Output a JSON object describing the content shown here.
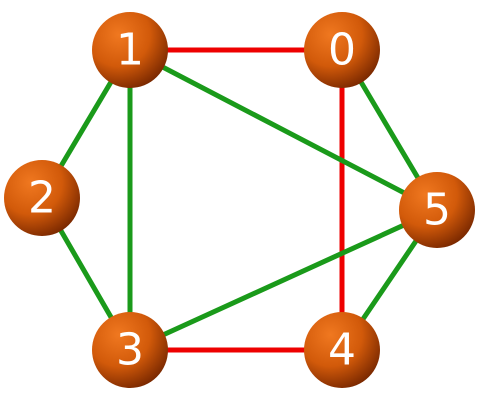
{
  "colors": {
    "highlight_edge": "#ee0000",
    "normal_edge": "#1a9a1a",
    "node_light": "#f07820",
    "node_dark": "#7a2800",
    "label": "#ffffff",
    "background": "#ffffff"
  },
  "nodes": [
    {
      "id": "0",
      "label": "0"
    },
    {
      "id": "1",
      "label": "1"
    },
    {
      "id": "2",
      "label": "2"
    },
    {
      "id": "3",
      "label": "3"
    },
    {
      "id": "4",
      "label": "4"
    },
    {
      "id": "5",
      "label": "5"
    }
  ],
  "edges": [
    {
      "from": "1",
      "to": "0",
      "highlighted": true
    },
    {
      "from": "0",
      "to": "4",
      "highlighted": true
    },
    {
      "from": "3",
      "to": "4",
      "highlighted": true
    },
    {
      "from": "1",
      "to": "2",
      "highlighted": false
    },
    {
      "from": "1",
      "to": "3",
      "highlighted": false
    },
    {
      "from": "1",
      "to": "5",
      "highlighted": false
    },
    {
      "from": "2",
      "to": "3",
      "highlighted": false
    },
    {
      "from": "3",
      "to": "5",
      "highlighted": false
    },
    {
      "from": "0",
      "to": "5",
      "highlighted": false
    },
    {
      "from": "4",
      "to": "5",
      "highlighted": false
    }
  ]
}
